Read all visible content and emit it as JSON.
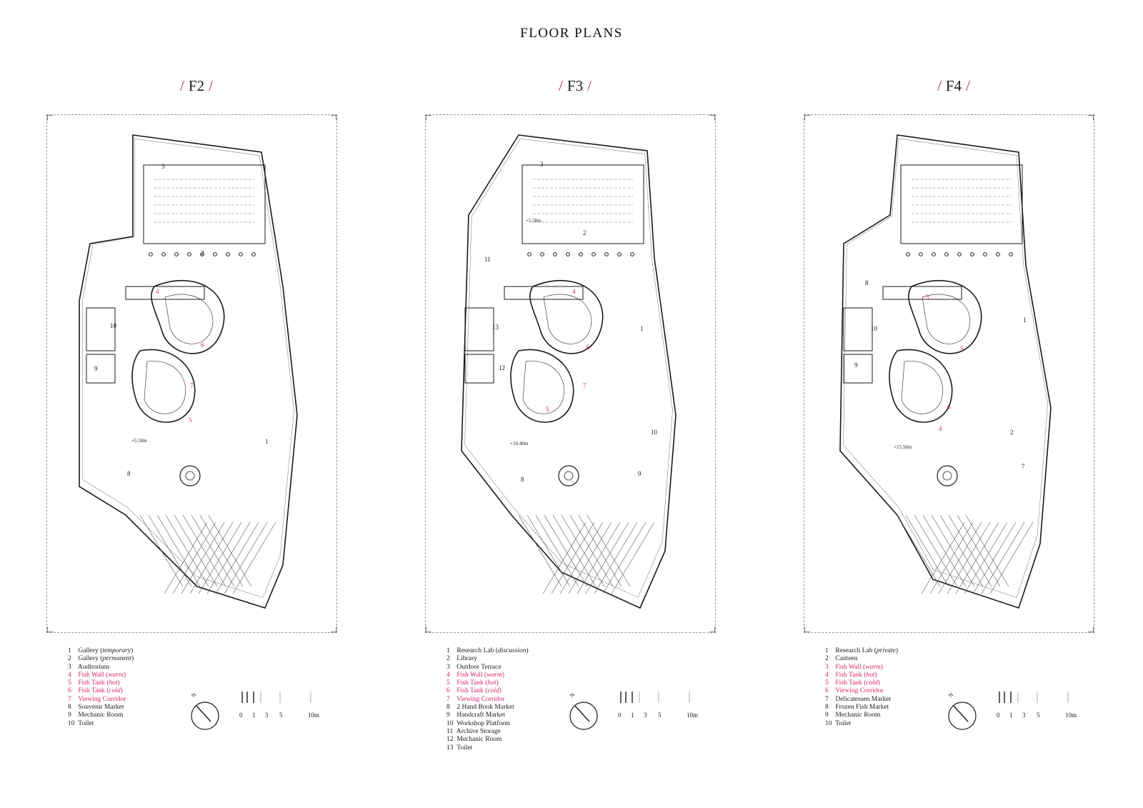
{
  "title": "FLOOR PLANS",
  "colors": {
    "accent": "#d4236f",
    "line": "#1a1a1a"
  },
  "floors": [
    {
      "label": "F2",
      "level_mark": "+5.50m",
      "plan_numbers": [
        "1",
        "2",
        "3",
        "4",
        "5",
        "6",
        "7",
        "8",
        "9",
        "10"
      ],
      "legend": [
        {
          "num": "1",
          "text": "Gallery",
          "note": "temporary",
          "highlight": false
        },
        {
          "num": "2",
          "text": "Gallery",
          "note": "permanent",
          "highlight": false
        },
        {
          "num": "3",
          "text": "Auditorium",
          "note": "",
          "highlight": false
        },
        {
          "num": "4",
          "text": "Fish Wall",
          "note": "warm",
          "highlight": true
        },
        {
          "num": "5",
          "text": "Fish Tank",
          "note": "hot",
          "highlight": true
        },
        {
          "num": "6",
          "text": "Fish Tank",
          "note": "cold",
          "highlight": true
        },
        {
          "num": "7",
          "text": "Viewing Corridor",
          "note": "",
          "highlight": true
        },
        {
          "num": "8",
          "text": "Souvenir Market",
          "note": "",
          "highlight": false
        },
        {
          "num": "9",
          "text": "Mechanic Room",
          "note": "",
          "highlight": false
        },
        {
          "num": "10",
          "text": "Toilet",
          "note": "",
          "highlight": false
        }
      ]
    },
    {
      "label": "F3",
      "level_mark": "+10.40m",
      "level_mark_2": "+5.50m",
      "plan_numbers": [
        "1",
        "2",
        "3",
        "4",
        "5",
        "6",
        "7",
        "8",
        "9",
        "10",
        "11",
        "12",
        "13"
      ],
      "legend": [
        {
          "num": "1",
          "text": "Research Lab",
          "note": "discussion",
          "highlight": false
        },
        {
          "num": "2",
          "text": "Library",
          "note": "",
          "highlight": false
        },
        {
          "num": "3",
          "text": "Outdoor Terrace",
          "note": "",
          "highlight": false
        },
        {
          "num": "4",
          "text": "Fish Wall",
          "note": "warm",
          "highlight": true
        },
        {
          "num": "5",
          "text": "Fish Tank",
          "note": "hot",
          "highlight": true
        },
        {
          "num": "6",
          "text": "Fish Tank",
          "note": "cold",
          "highlight": true
        },
        {
          "num": "7",
          "text": "Viewing Corridor",
          "note": "",
          "highlight": true
        },
        {
          "num": "8",
          "text": "2 Hand Book Market",
          "note": "",
          "highlight": false
        },
        {
          "num": "9",
          "text": "Handcraft Market",
          "note": "",
          "highlight": false
        },
        {
          "num": "10",
          "text": "Workshop Platform",
          "note": "",
          "highlight": false
        },
        {
          "num": "11",
          "text": "Archive Storage",
          "note": "",
          "highlight": false
        },
        {
          "num": "12",
          "text": "Mechanic Room",
          "note": "",
          "highlight": false
        },
        {
          "num": "13",
          "text": "Toilet",
          "note": "",
          "highlight": false
        }
      ]
    },
    {
      "label": "F4",
      "level_mark": "+15.50m",
      "plan_numbers": [
        "1",
        "2",
        "3",
        "4",
        "5",
        "6",
        "7",
        "8",
        "9",
        "10"
      ],
      "legend": [
        {
          "num": "1",
          "text": "Research Lab",
          "note": "private",
          "highlight": false
        },
        {
          "num": "2",
          "text": "Canteen",
          "note": "",
          "highlight": false
        },
        {
          "num": "3",
          "text": "Fish Wall",
          "note": "warm",
          "highlight": true
        },
        {
          "num": "4",
          "text": "Fish Tank",
          "note": "hot",
          "highlight": true
        },
        {
          "num": "5",
          "text": "Fish Tank",
          "note": "cold",
          "highlight": true
        },
        {
          "num": "6",
          "text": "Viewing Corridor",
          "note": "",
          "highlight": true
        },
        {
          "num": "7",
          "text": "Delicatessen Market",
          "note": "",
          "highlight": false
        },
        {
          "num": "8",
          "text": "Frozen Fish Market",
          "note": "",
          "highlight": false
        },
        {
          "num": "9",
          "text": "Mechanic Room",
          "note": "",
          "highlight": false
        },
        {
          "num": "10",
          "text": "Toilet",
          "note": "",
          "highlight": false
        }
      ]
    }
  ],
  "scale_bar": {
    "ticks": [
      "0",
      "1",
      "3",
      "5",
      "10m"
    ]
  },
  "north_label": "N"
}
